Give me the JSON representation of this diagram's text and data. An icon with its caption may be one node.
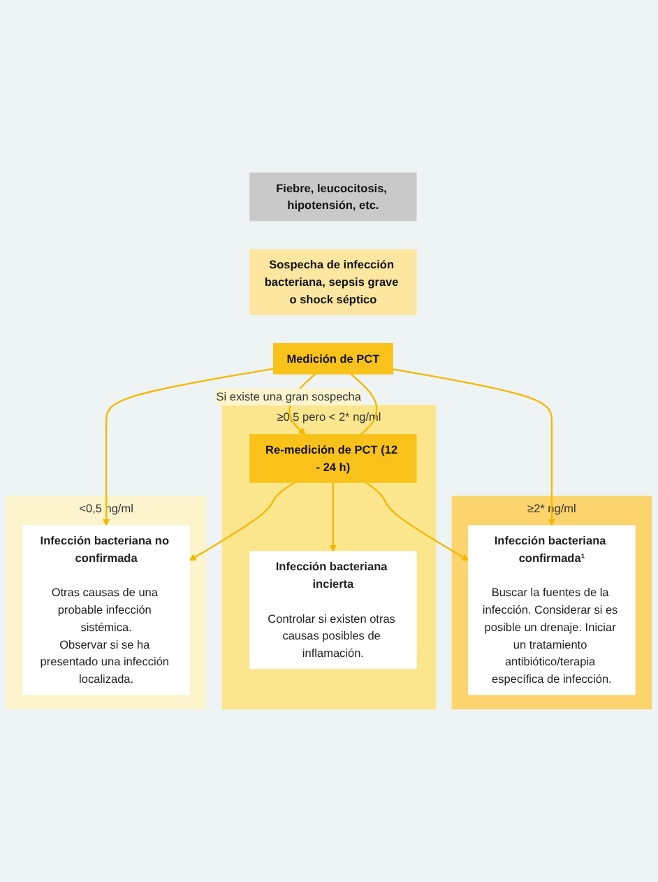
{
  "diagram": {
    "nodes": [
      {
        "text": [
          "Fiebre, leucocitosis, hipotensión, etc."
        ]
      },
      {
        "text": [
          "Sospecha de infección bacteriana, sepsis grave o shock séptico"
        ]
      },
      {
        "text": [
          "Medición de PCT"
        ]
      },
      {
        "text": [
          "<0,5 ng/ml"
        ]
      },
      {
        "text": [
          "≥0,5 pero < 2* ng/ml"
        ]
      },
      {
        "text": [
          "≥2* ng/ml"
        ]
      },
      {
        "text": [
          "Re-medición de PCT (12 - 24 h)"
        ],
        "in": 4
      },
      {
        "text": [
          "Infección bacteriana no confirmada",
          "Otras causas de una probable infección sistémica.",
          "Observar si se ha presentado una infección localizada."
        ],
        "in": 3
      },
      {
        "text": [
          "Infección bacteriana incierta",
          "Controlar si existen otras causas posibles de inflamación."
        ],
        "in": 4
      },
      {
        "text": [
          "Infección bacteriana confirmada¹",
          "Buscar la fuentes de la infección. Considerar si es posible un drenaje. Iniciar un tratamiento antibiótico/terapia específica de infección."
        ],
        "in": 5
      }
    ],
    "edges": [
      {
        "from": 2,
        "to": 7,
        "arrow": "to"
      },
      {
        "from": 2,
        "to": 6,
        "arrow": "to",
        "label": "Si existe una gran sospecha"
      },
      {
        "from": 2,
        "to": 6,
        "arrow": "none"
      },
      {
        "from": 2,
        "to": 9,
        "arrow": "to"
      },
      {
        "from": 6,
        "to": 7,
        "arrow": "to"
      },
      {
        "from": 6,
        "to": 8,
        "arrow": "to"
      },
      {
        "from": 6,
        "to": 9,
        "arrow": "to"
      }
    ]
  }
}
